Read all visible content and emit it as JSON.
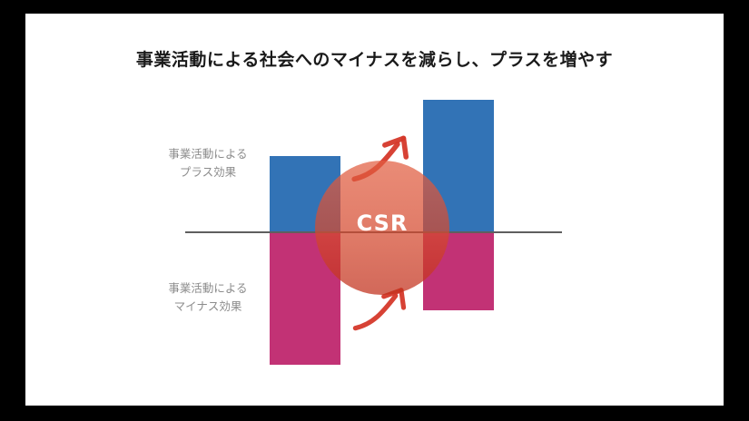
{
  "slide": {
    "title": "事業活動による社会へのマイナスを減らし、プラスを増やす",
    "plus_label": {
      "line1": "事業活動による",
      "line2": "プラス効果"
    },
    "minus_label": {
      "line1": "事業活動による",
      "line2": "マイナス効果"
    },
    "csr_label": "CSR"
  },
  "figure": {
    "plus_color": "#3273B6",
    "minus_color": "#C23275",
    "axis_color": "#5F5F5F",
    "arrow_color": "#D5382A",
    "circle_color_top": "rgba(226,95,66,0.72)",
    "circle_color_bottom": "rgba(193,48,28,0.73)",
    "background_frame": "#000000",
    "slide_background": "#FFFFFF",
    "bars": [
      {
        "name": "left",
        "plus_height": 84,
        "minus_height": 146
      },
      {
        "name": "right",
        "plus_height": 146,
        "minus_height": 86
      }
    ]
  }
}
